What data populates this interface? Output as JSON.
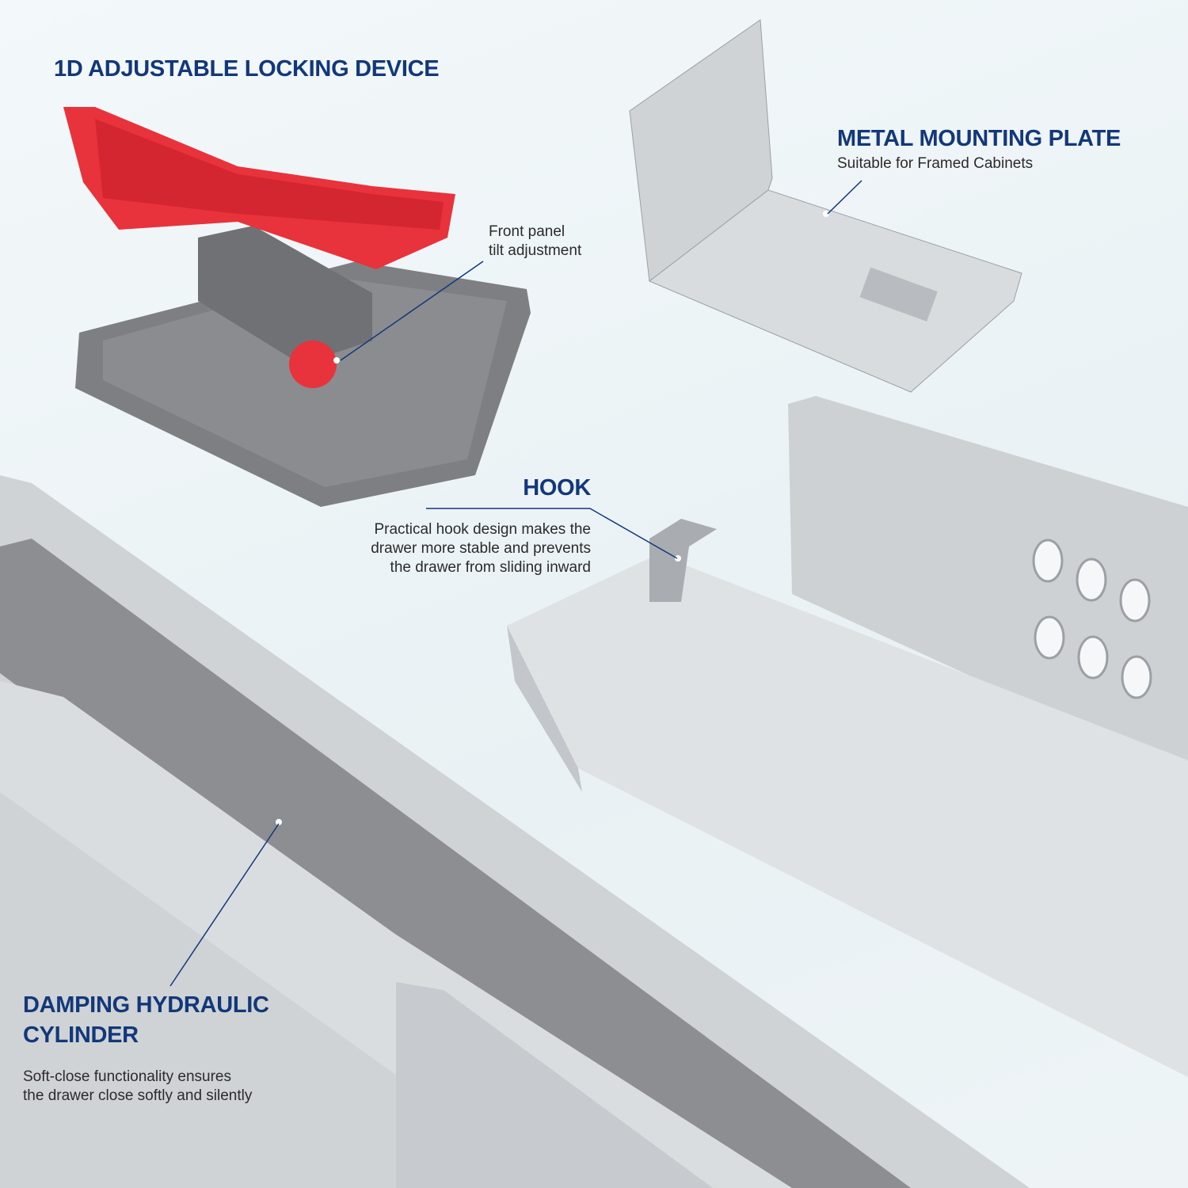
{
  "locking_device": {
    "title": "1D ADJUSTABLE LOCKING DEVICE",
    "callout_line1": "Front panel",
    "callout_line2": "tilt adjustment"
  },
  "mounting_plate": {
    "title": "METAL MOUNTING PLATE",
    "subtitle": "Suitable for Framed Cabinets"
  },
  "hook": {
    "title": "HOOK",
    "line1": "Practical hook design makes the",
    "line2": "drawer more stable and prevents",
    "line3": "the drawer from sliding inward"
  },
  "damping": {
    "title_line1": "DAMPING HYDRAULIC",
    "title_line2": "CYLINDER",
    "line1": "Soft-close functionality ensures",
    "line2": "the drawer close softly and silently"
  },
  "colors": {
    "heading": "#12387a",
    "accent_red": "#e8323c",
    "plastic_grey": "#7d7f82"
  }
}
